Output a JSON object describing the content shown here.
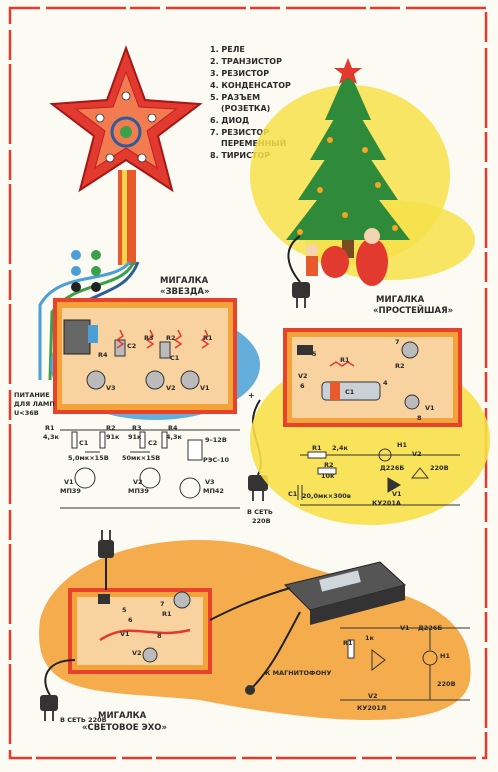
{
  "legend": {
    "items": [
      "1. РЕЛЕ",
      "2. ТРАНЗИСТОР",
      "3. РЕЗИСТОР",
      "4. КОНДЕНСАТОР",
      "5. РАЗЪЕМ",
      "(РОЗЕТКА)",
      "6. ДИОД",
      "7. РЕЗИСТОР",
      "ПЕРЕМЕННЫЙ",
      "8. ТИРИСТОР"
    ]
  },
  "star": {
    "title1": "МИГАЛКА",
    "title2": "«ЗВЕЗДА»",
    "power_note": [
      "ПИТАНИЕ",
      "ДЛЯ ЛАМП",
      "U<36В"
    ],
    "supply": "9–12В",
    "relay": "РЭС-10",
    "cap_label": "5,0мк×15В",
    "cap_label2": "50мк×15В",
    "r1": "R1",
    "r1v": "4,3к",
    "r2": "R2",
    "r2v": "91к",
    "r3": "R3",
    "r3v": "91к",
    "r4": "R4",
    "r4v": "4,3к",
    "c1": "C1",
    "c2": "C2",
    "v1": "V1",
    "v1t": "МП39",
    "v2": "V2",
    "v2t": "МП39",
    "v3": "V3",
    "v3t": "МП42",
    "mains": [
      "В СЕТЬ",
      "220В"
    ]
  },
  "simple": {
    "title1": "МИГАЛКА",
    "title2": "«ПРОСТЕЙШАЯ»",
    "r1": "R1",
    "r1v": "2,4к",
    "r2": "R2",
    "r2v": "10к",
    "c1": "C1",
    "c1v": "20,0мк×300в",
    "h1": "H1",
    "v1": "V1",
    "v1t": "КУ201А",
    "v2": "V2",
    "v2t": "Д226Б",
    "volt": "220В"
  },
  "echo": {
    "title1": "МИГАЛКА",
    "title2": "«СВЕТОВОЕ ЭХО»",
    "mains": "В СЕТЬ 220В",
    "to_recorder": "К МАГНИТОФОНУ",
    "r1": "R1",
    "r1v": "1к",
    "v1": "V1",
    "v1t": "Д226Б",
    "v2": "V2",
    "v2t": "КУ201Л",
    "h1": "H1",
    "volt": "220В"
  },
  "colors": {
    "border": "#e63a2a",
    "frame": "#e8412c",
    "orange": "#f3a33a",
    "yellow": "#f7e049",
    "blue": "#4a9fd6",
    "green": "#3aa14a",
    "star": "#e23a2e"
  }
}
